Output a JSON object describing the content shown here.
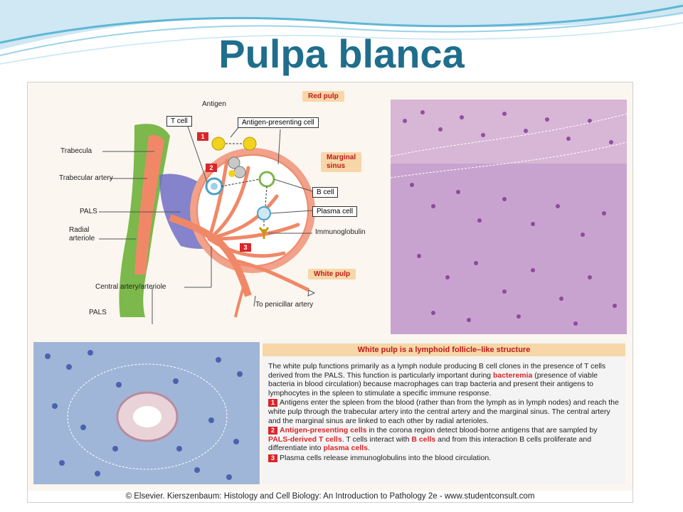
{
  "title": "Pulpa blanca",
  "diagram": {
    "antigen": "Antigen",
    "t_cell": "T cell",
    "apc": "Antigen-presenting cell",
    "trabecula": "Trabecula",
    "trabecular_artery": "Trabecular artery",
    "pals": "PALS",
    "radial_arteriole": [
      "Radial",
      "arteriole"
    ],
    "central_artery": "Central artery/arteriole",
    "penicillar": "To penicillar artery",
    "b_cell": "B cell",
    "plasma_cell": "Plasma cell",
    "immunoglobulin": "Immunoglobulin",
    "steps": [
      "1",
      "2",
      "3"
    ]
  },
  "micrograph_tags": {
    "red_pulp": "Red pulp",
    "marginal_sinus": [
      "Marginal",
      "sinus"
    ],
    "white_pulp": "White pulp"
  },
  "pals_lower": "PALS",
  "panel": {
    "title": "White pulp is a lymphoid follicle–like structure",
    "p1a": "The white pulp functions primarily as a lymph nodule producing B cell clones in the presence of T cells derived from the PALS. This function is particularly important during ",
    "p1b": "bacteremia",
    "p1c": " (presence of viable bacteria in blood circulation) because macrophages can trap bacteria and present their antigens to lymphocytes in the spleen to stimulate a specific immune response.",
    "s1_num": "1",
    "s1": "Antigens enter the spleen from the blood (rather than from the lymph as in lymph nodes) and reach the white pulp through the trabecular artery into the central artery and the marginal sinus. The central artery and the marginal sinus are linked to each other by radial arterioles.",
    "s2_num": "2",
    "s2a": "Antigen-presenting cells",
    "s2b": " in the corona region detect blood-borne antigens that are sampled by ",
    "s2c": "PALS-derived T cells",
    "s2d": ". T cells interact with ",
    "s2e": "B cells",
    "s2f": " and from this interaction B cells proliferate and differentiate into ",
    "s2g": "plasma cells",
    "s2h": ".",
    "s3_num": "3",
    "s3": "Plasma cells release immunoglobulins into the blood circulation."
  },
  "credit": "© Elsevier. Kierszenbaum: Histology and Cell Biology: An Introduction to Pathology 2e - www.studentconsult.com",
  "colors": {
    "title": "#1f6e8c",
    "artery": "#f08868",
    "trabecula": "#7cb84b",
    "tag_bg": "#f7d7a8",
    "tag_text": "#c2181a"
  }
}
